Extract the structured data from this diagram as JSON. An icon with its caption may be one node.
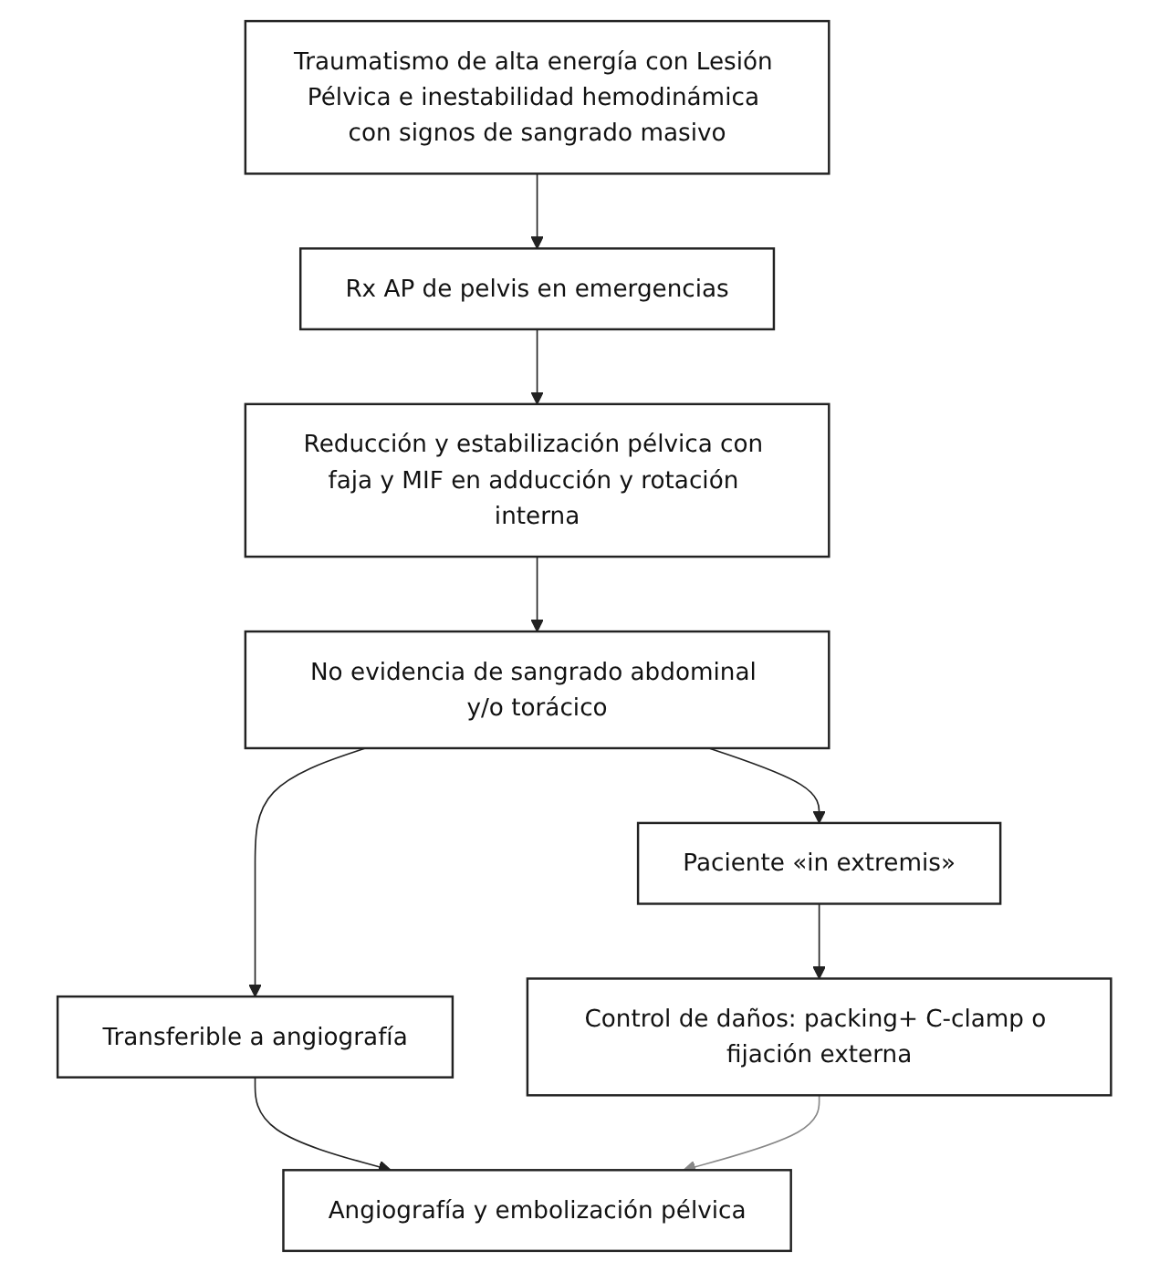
{
  "diagram": {
    "nodes": [
      {
        "text": [
          "Traumatismo de alta energía con Lesión Pélvica e inestabilidad hemodinámica con signos de sangrado masivo"
        ]
      },
      {
        "text": [
          "Rx AP de pelvis en emergencias"
        ]
      },
      {
        "text": [
          "Reducción y estabilización pélvica con faja y MIF en adducción y rotación interna"
        ]
      },
      {
        "text": [
          "No evidencia de sangrado abdominal y/o torácico"
        ]
      },
      {
        "text": [
          "Transferible a angiografía"
        ]
      },
      {
        "text": [
          "Paciente «in extremis»"
        ]
      },
      {
        "text": [
          "Angiografía y embolización pélvica"
        ]
      },
      {
        "text": [
          "Control de daños: packing+ C-clamp o fijación externa"
        ]
      }
    ],
    "edges": [
      {
        "from": 0,
        "to": 1,
        "arrow": "to"
      },
      {
        "from": 1,
        "to": 2,
        "arrow": "to"
      },
      {
        "from": 2,
        "to": 3,
        "arrow": "to"
      },
      {
        "from": 3,
        "to": 4,
        "arrow": "to"
      },
      {
        "from": 3,
        "to": 5,
        "arrow": "to"
      },
      {
        "from": 4,
        "to": 6,
        "arrow": "to"
      },
      {
        "from": 5,
        "to": 7,
        "arrow": "to"
      },
      {
        "from": 7,
        "to": 6,
        "arrow": "to",
        "color": "#888888"
      }
    ]
  }
}
